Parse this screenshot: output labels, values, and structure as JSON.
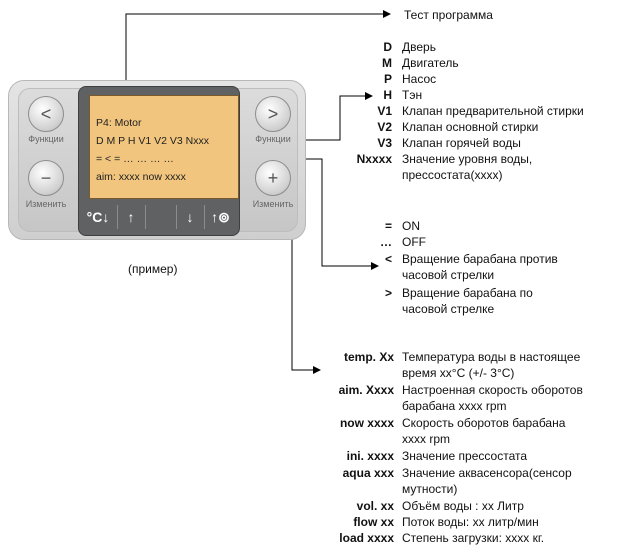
{
  "panel": {
    "left_button_top": "<",
    "left_label_top": "Функции",
    "left_button_bottom": "−",
    "left_label_bottom": "Изменить",
    "right_button_top": ">",
    "right_label_top": "Функции",
    "right_button_bottom": "+",
    "right_label_bottom": "Изменить",
    "lcd_lines": [
      "P4: Motor",
      "D M P H V1 V2 V3 Nxxx",
      "= < =   … …  … …",
      "aim: xxxx   now xxxx"
    ],
    "keys": [
      "°C↓",
      "↑",
      "↓",
      "↑⊚"
    ],
    "caption": "(пример)"
  },
  "test_program": "Тест программа",
  "legend_components": [
    {
      "code": "D",
      "text": "Дверь"
    },
    {
      "code": "M",
      "text": "Двигатель"
    },
    {
      "code": "P",
      "text": "Насос"
    },
    {
      "code": "H",
      "text": "Тэн"
    },
    {
      "code": "V1",
      "text": "Клапан предварительной стирки"
    },
    {
      "code": "V2",
      "text": "Клапан основной стирки"
    },
    {
      "code": "V3",
      "text": "Клапан горячей воды"
    },
    {
      "code": "Nxxxx",
      "text": "Значение уровня воды,",
      "text2": "прессостата(xxxx)"
    }
  ],
  "legend_symbols": [
    {
      "code": "=",
      "text": "ON"
    },
    {
      "code": "…",
      "text": "OFF"
    },
    {
      "code": "<",
      "text": "Вращение барабана против",
      "text2": "часовой стрелки"
    },
    {
      "code": ">",
      "text": "Вращение барабана по",
      "text2": "часовой стрелке"
    }
  ],
  "legend_values": [
    {
      "code": "temp. Xx",
      "text": "Температура воды в настоящее",
      "text2": "время xx°C (+/- 3°C)"
    },
    {
      "code": "aim. Xxxx",
      "text": "Настроенная скорость оборотов",
      "text2": "барабана xxxx rpm"
    },
    {
      "code": "now xxxx",
      "text": "Скорость оборотов барабана",
      "text2": "xxxx rpm"
    },
    {
      "code": "ini. xxxx",
      "text": "Значение прессостата"
    },
    {
      "code": "aqua xxx",
      "text": "Значение аквасенсора(сенсор",
      "text2": "мутности)"
    },
    {
      "code": "vol. xx",
      "text": "Объём воды : хх Литр"
    },
    {
      "code": "flow xx",
      "text": "Поток воды: хх литр/мин"
    },
    {
      "code": "load xxxx",
      "text": "Степень загрузки: хххх кг."
    }
  ]
}
